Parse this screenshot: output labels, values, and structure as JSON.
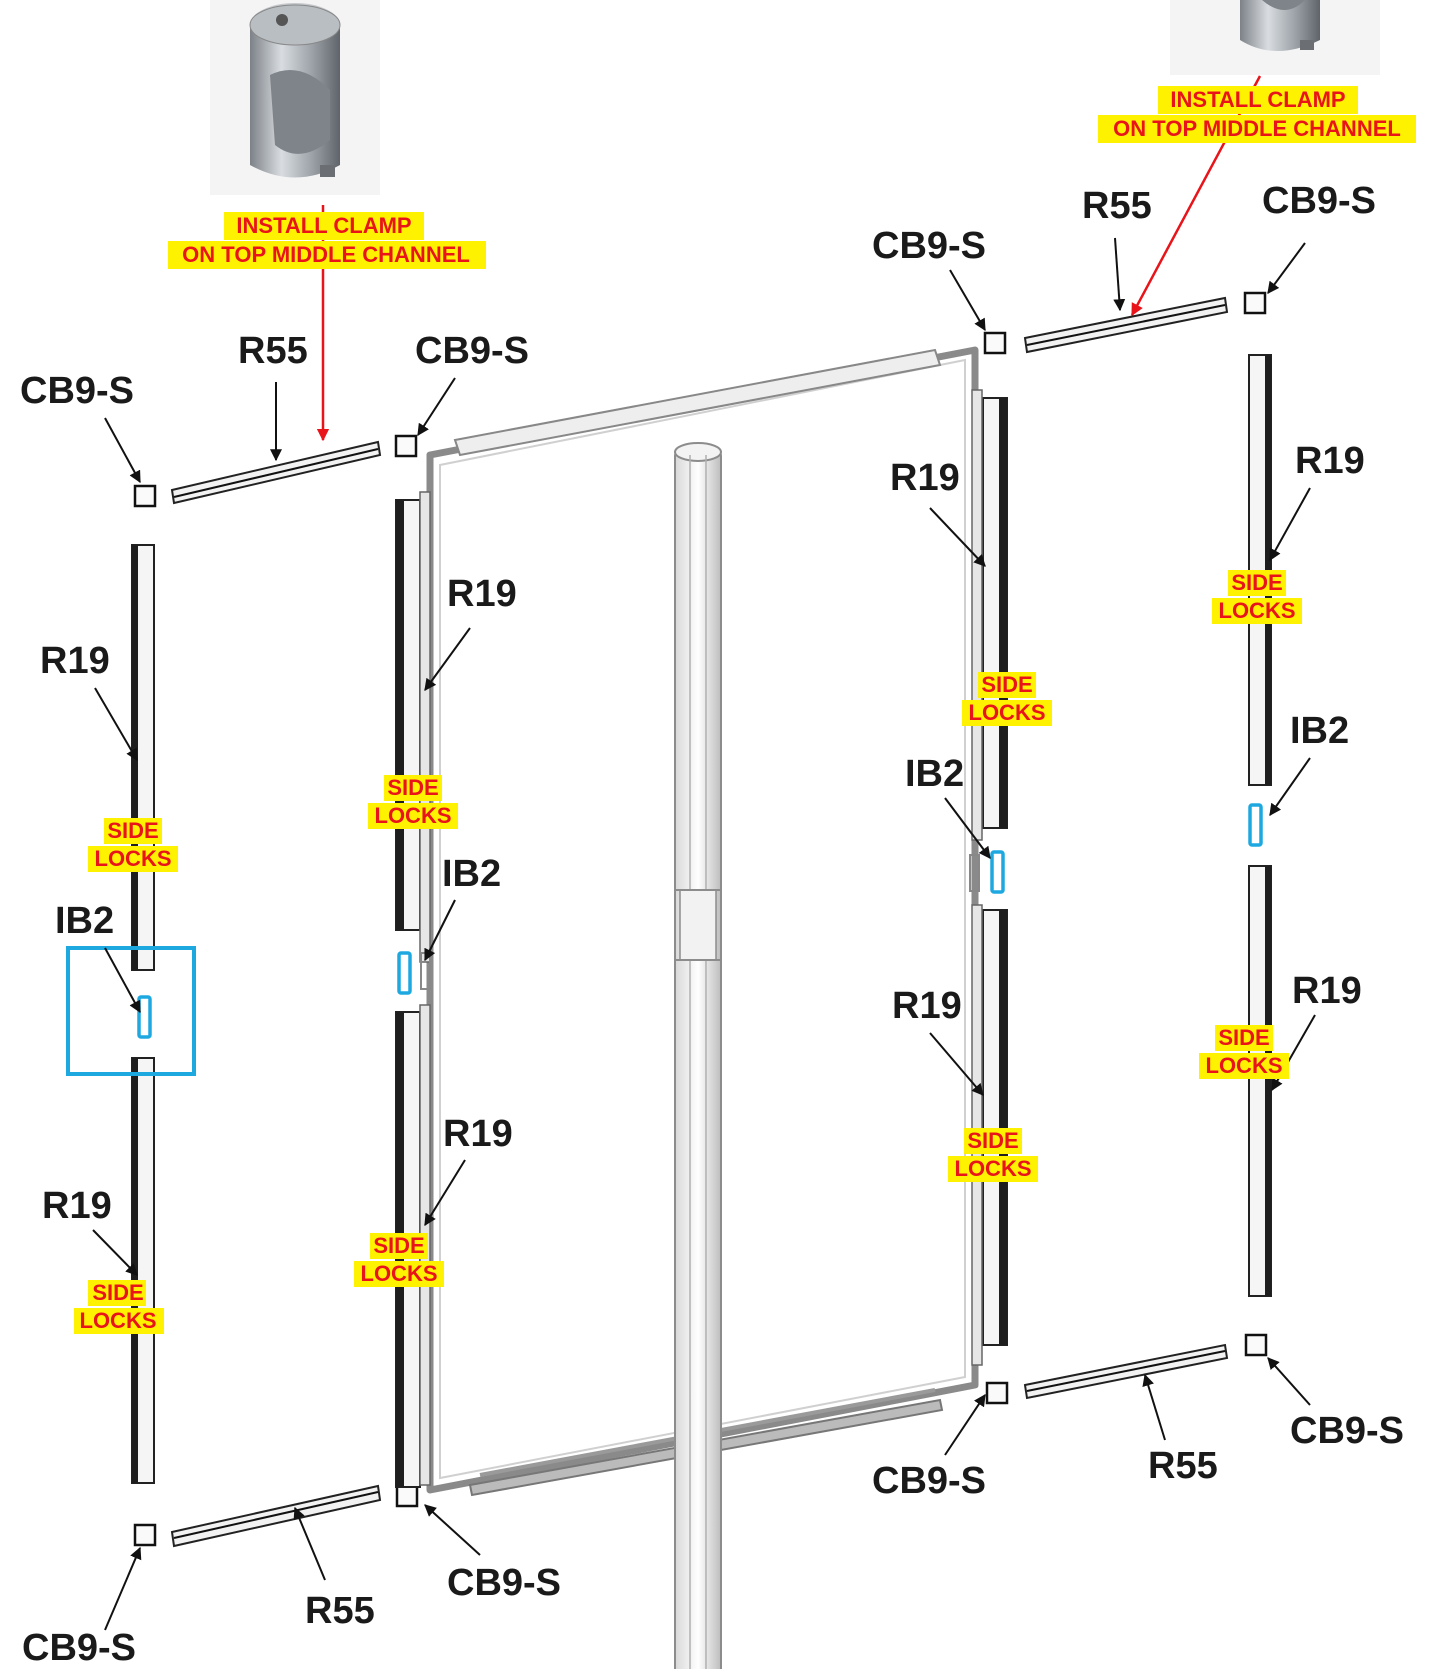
{
  "labels": {
    "cb9s": "CB9-S",
    "r55": "R55",
    "r19": "R19",
    "ib2": "IB2",
    "side": "SIDE",
    "locks": "LOCKS",
    "install": "INSTALL  CLAMP",
    "channel": "ON TOP MIDDLE CHANNEL"
  },
  "colors": {
    "note_text": "#e8141a",
    "note_highlight": "#fff200",
    "ib2_outline": "#1ea8e0",
    "arrow": "#111111",
    "clamp_arrow": "#e8141a"
  },
  "icons": [
    "clamp-image",
    "cb9-s-corner-block",
    "ib2-bracket",
    "glass-panel-frame",
    "center-pole"
  ]
}
